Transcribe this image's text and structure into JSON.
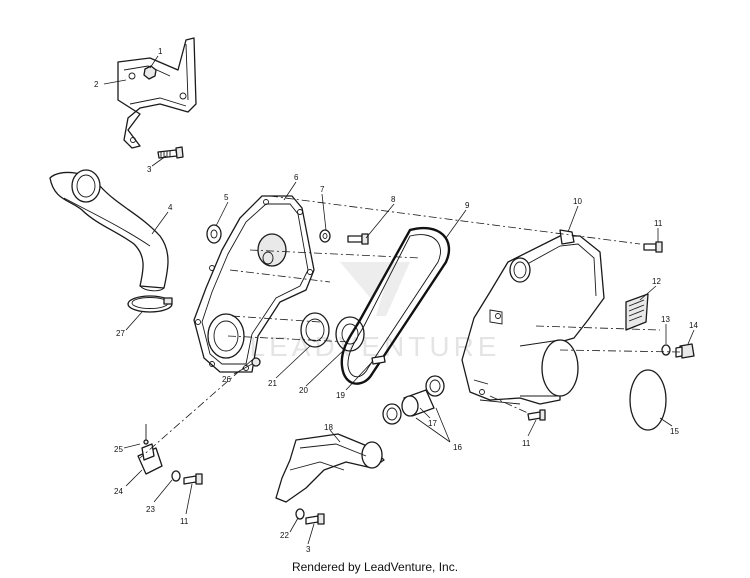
{
  "footer": {
    "text": "Rendered by LeadVenture, Inc."
  },
  "watermark": {
    "text": "LEADVENTURE"
  },
  "callouts": {
    "c1": "1",
    "c2": "2",
    "c3a": "3",
    "c4": "4",
    "c5": "5",
    "c6": "6",
    "c7": "7",
    "c8": "8",
    "c9": "9",
    "c10": "10",
    "c11a": "11",
    "c12": "12",
    "c13": "13",
    "c14": "14",
    "c15": "15",
    "c16": "16",
    "c17": "17",
    "c18": "18",
    "c19": "19",
    "c20": "20",
    "c21": "21",
    "c22": "22",
    "c23": "23",
    "c24": "24",
    "c25": "25",
    "c26": "26",
    "c27": "27",
    "c11b": "11",
    "c11c": "11",
    "c3b": "3"
  }
}
